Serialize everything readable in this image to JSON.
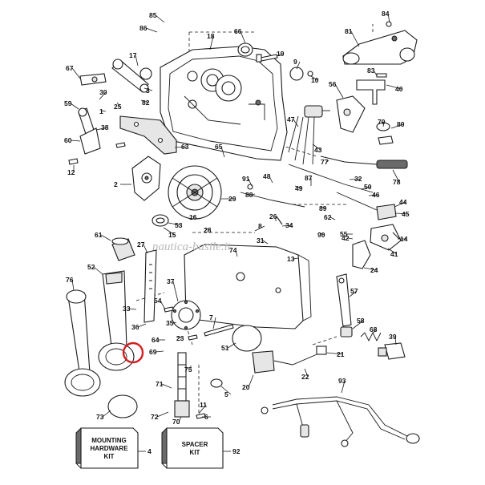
{
  "diagram": {
    "watermark": "nautica-basile.it",
    "highlight_color": "#d42020",
    "highlighted_part": "24",
    "kits": [
      {
        "id": "mounting",
        "line1": "MOUNTING",
        "line2": "HARDWARE",
        "line3": "KIT",
        "ref": "4"
      },
      {
        "id": "spacer",
        "line1": "SPACER",
        "line2": "KIT",
        "ref": "92"
      }
    ],
    "callouts": [
      "85",
      "86",
      "84",
      "81",
      "83",
      "18",
      "66",
      "19",
      "67",
      "17",
      "9",
      "10",
      "80",
      "56",
      "40",
      "3",
      "82",
      "59",
      "30",
      "25",
      "1",
      "38",
      "60",
      "63",
      "47",
      "43",
      "79",
      "78",
      "12",
      "65",
      "91",
      "48",
      "49",
      "87",
      "50",
      "46",
      "44",
      "45",
      "2",
      "29",
      "88",
      "89",
      "32",
      "62",
      "55",
      "14",
      "26",
      "90",
      "34",
      "61",
      "52",
      "27",
      "41",
      "24",
      "76",
      "37",
      "57",
      "36",
      "33",
      "54",
      "58",
      "68",
      "39",
      "64",
      "51",
      "53",
      "15",
      "75",
      "23",
      "21",
      "69",
      "22",
      "20",
      "71",
      "73",
      "11",
      "6",
      "72",
      "70",
      "5",
      "93",
      "7",
      "8",
      "35",
      "42",
      "31",
      "74",
      "16",
      "77",
      "28",
      "13",
      "4",
      "92"
    ]
  }
}
